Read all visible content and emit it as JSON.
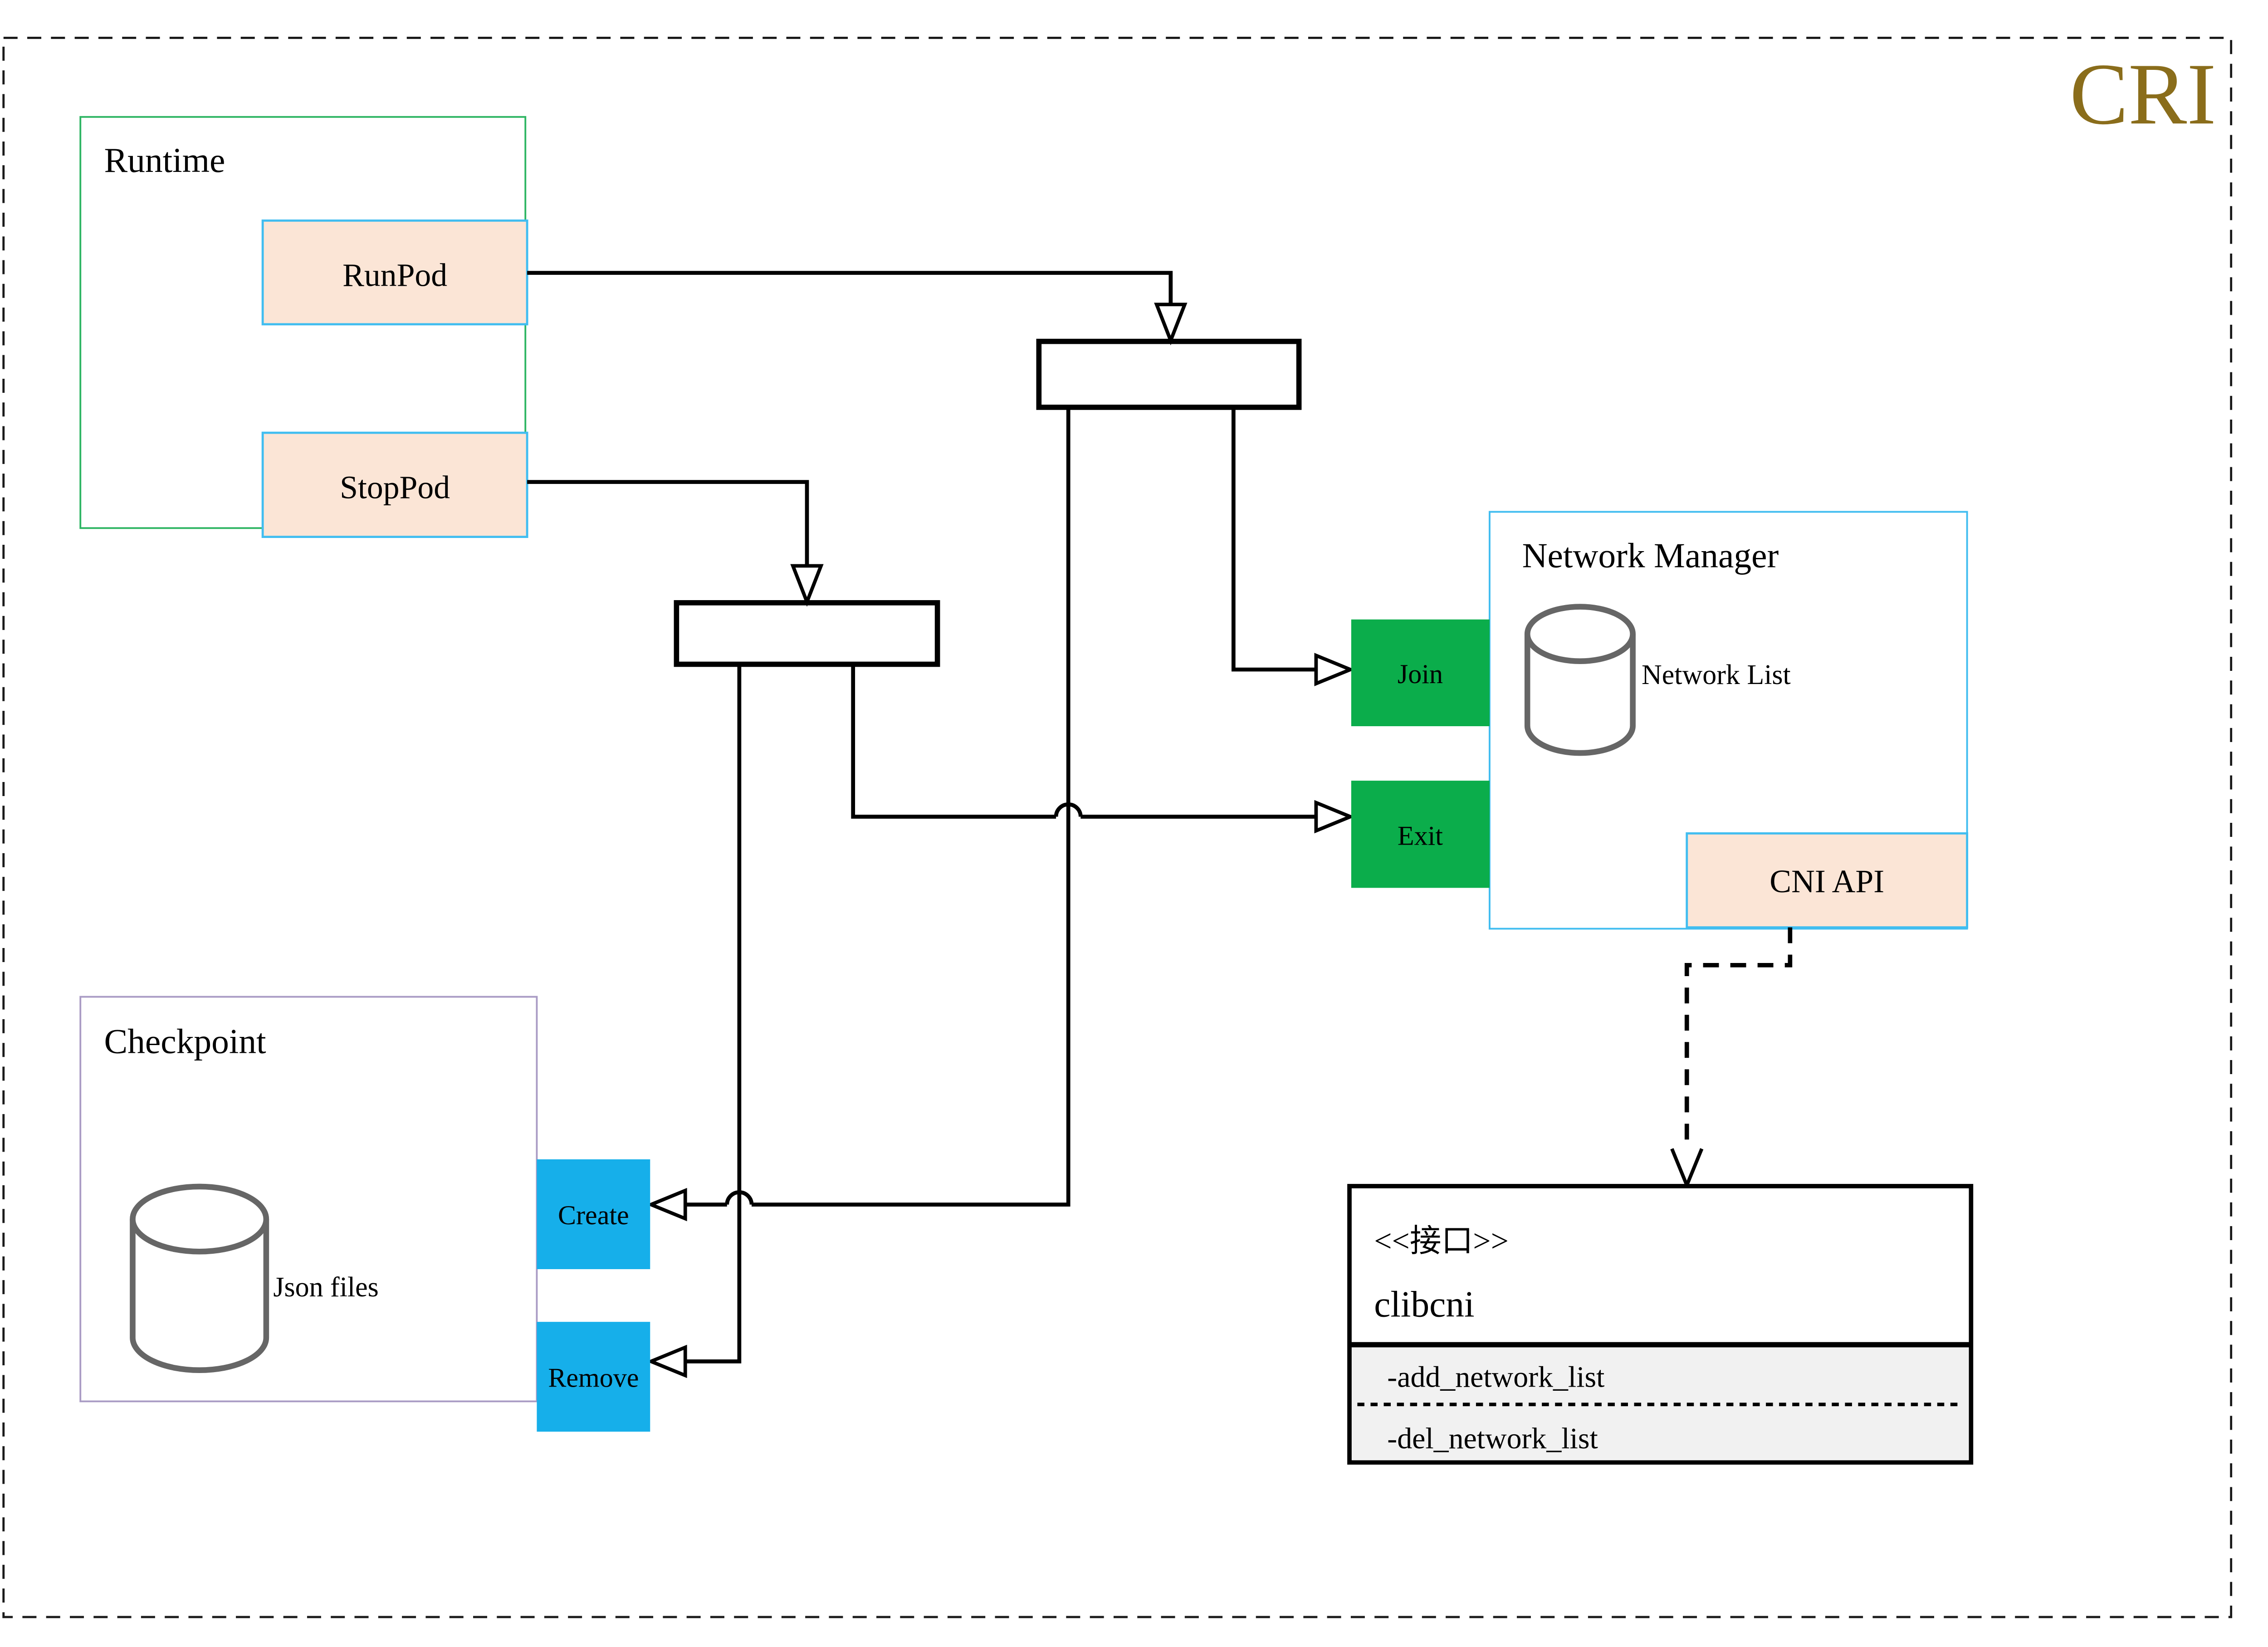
{
  "badge": {
    "label": "CRI"
  },
  "runtime": {
    "title": "Runtime",
    "runpod_label": "RunPod",
    "stoppod_label": "StopPod"
  },
  "network_manager": {
    "title": "Network Manager",
    "network_list_label": "Network List",
    "join_label": "Join",
    "exit_label": "Exit",
    "cni_api_label": "CNI API"
  },
  "checkpoint": {
    "title": "Checkpoint",
    "json_files_label": "Json files",
    "create_label": "Create",
    "remove_label": "Remove"
  },
  "clibcni": {
    "stereotype": "<<接口>>",
    "name": "clibcni",
    "methods": [
      "-add_network_list",
      "-del_network_list"
    ]
  },
  "colors": {
    "badge_text": "#8A6D1B",
    "runtime_border": "#2EB563",
    "checkpoint_border": "#A99BC4",
    "blue_border": "#41BDF0",
    "peach_fill": "#FBE5D6",
    "green_fill": "#0BAD4B",
    "blue_fill": "#16AFEA",
    "cylinder_stroke": "#666666",
    "uml_section_fill": "#F1F1F1",
    "line_color": "#000000"
  }
}
